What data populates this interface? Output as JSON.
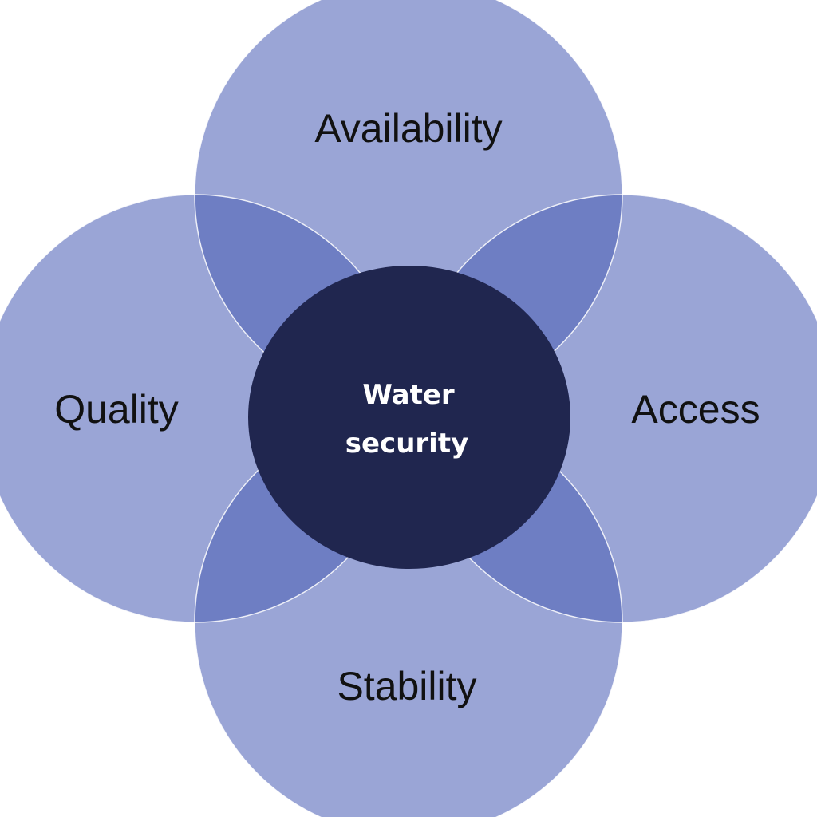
{
  "diagram": {
    "center": {
      "line1": "Water",
      "line2": "security"
    },
    "petals": {
      "top": "Availability",
      "left": "Quality",
      "right": "Access",
      "bottom": "Stability"
    }
  },
  "colors": {
    "petal_fill": "#9AA5D6",
    "overlap_fill": "#6E7EC3",
    "center_fill": "#20264F",
    "outline": "#FFFFFF",
    "label_text": "#111111",
    "center_text": "#FFFFFF"
  }
}
